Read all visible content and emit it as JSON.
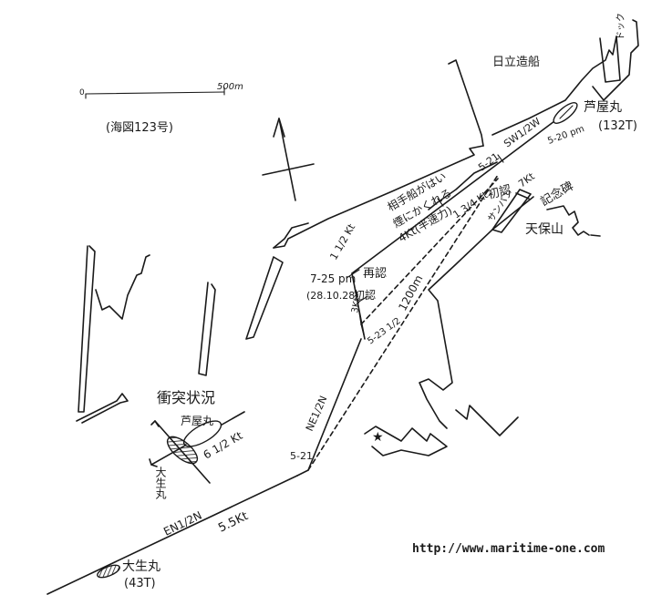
{
  "labels": {
    "shipyard": "日立造船",
    "dock": "ドック",
    "chart_ref": "(海図123号)",
    "scale_zero": "0",
    "scale_end": "500m",
    "ship_ashiya": "芦屋丸",
    "ship_ashiya_tonnage": "(132T)",
    "ship_daisho": "大生丸",
    "ship_daisho_tonnage": "(43T)",
    "course_sw": "SW1/2W",
    "time_520": "5-20 pm",
    "time_521_top": "5-21",
    "speed_7kt": "7Kt",
    "first_sight_top": "初認",
    "sampan": "サンパン",
    "monument": "記念碑",
    "tenpozan": "天保山",
    "smoke_note_1": "相手船がはい",
    "smoke_note_2": "煙にかくれる",
    "speed_4kt": "4Kt(半速力)",
    "speed_1_3_4kt": "1 3/4 Kt",
    "distance": "1200m",
    "speed_1_1_2kt": "1 1/2 Kt",
    "time_725": "7-25 pm",
    "date": "(28.10.28)",
    "resight": "再認",
    "first_sight": "初認",
    "speed_3kt": "3Kt",
    "time_523": "5-23 1/2",
    "course_ne": "NE1/2N",
    "time_521_bottom": "5-21",
    "collision_title": "衝突状況",
    "speed_6_5kt": "6 1/2 Kt",
    "course_en": "EN1/2N",
    "speed_5_5kt": "5.5Kt",
    "url": "http://www.maritime-one.com"
  },
  "colors": {
    "ink": "#1a1a1a",
    "paper": "#ffffff"
  }
}
